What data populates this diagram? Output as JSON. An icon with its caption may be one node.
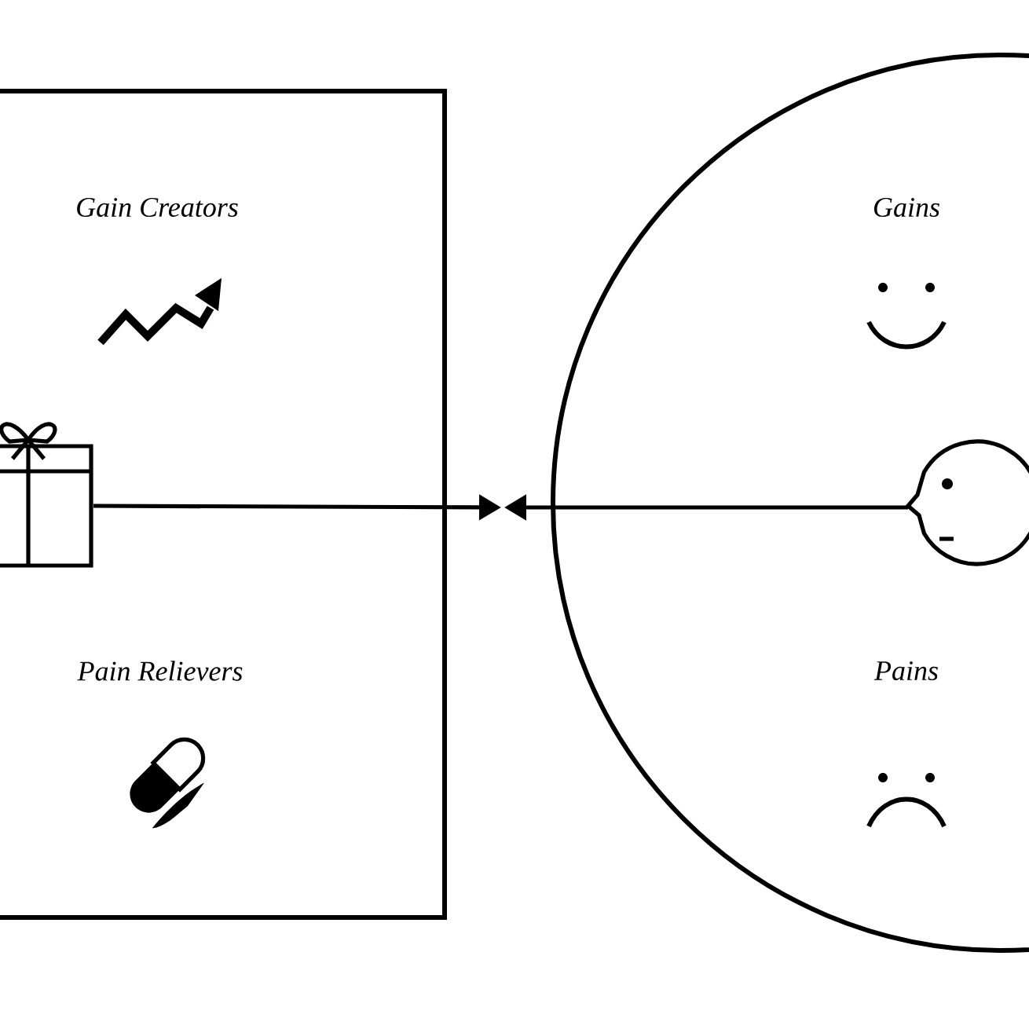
{
  "diagram": {
    "nodes": [
      {
        "text": [
          "Gain Creators",
          "Pain Relievers"
        ]
      },
      {
        "text": [],
        "shape": "picture",
        "in": 0
      },
      {
        "text": [
          "Gains",
          "Pains"
        ]
      },
      {
        "text": [],
        "shape": "picture",
        "in": 2
      }
    ],
    "edges": [
      {
        "from": 1,
        "to": null,
        "arrow": "to"
      },
      {
        "from": 3,
        "to": null,
        "arrow": "to"
      }
    ]
  }
}
